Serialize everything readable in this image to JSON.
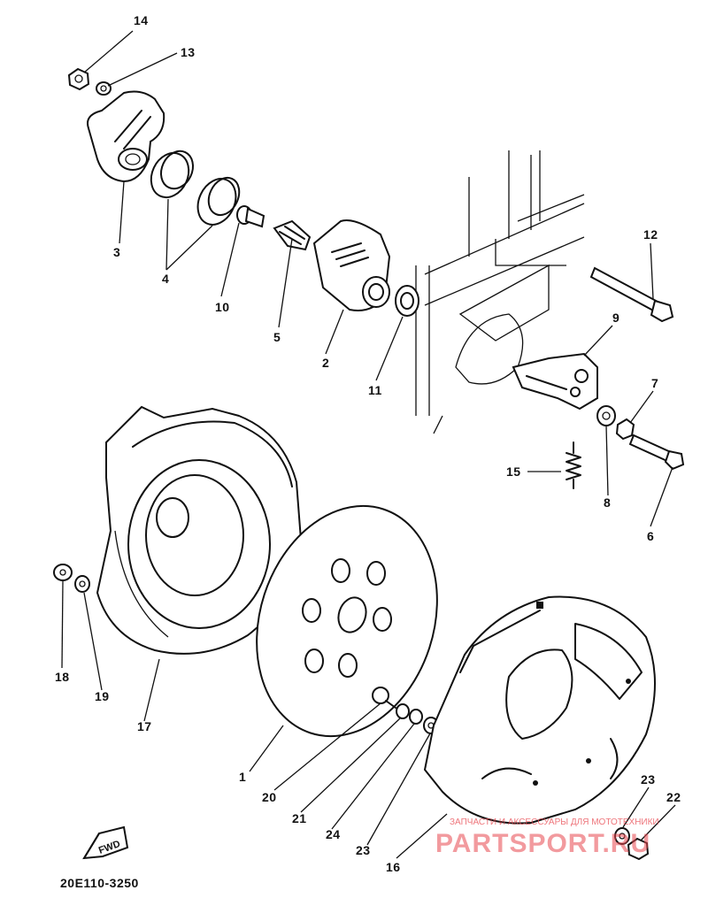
{
  "diagram": {
    "code": "20E110-3250",
    "fwd_label": "FWD",
    "callouts": [
      {
        "id": "14",
        "text": "14"
      },
      {
        "id": "13",
        "text": "13"
      },
      {
        "id": "3",
        "text": "3"
      },
      {
        "id": "4",
        "text": "4"
      },
      {
        "id": "10",
        "text": "10"
      },
      {
        "id": "5",
        "text": "5"
      },
      {
        "id": "2",
        "text": "2"
      },
      {
        "id": "11",
        "text": "11"
      },
      {
        "id": "12",
        "text": "12"
      },
      {
        "id": "9",
        "text": "9"
      },
      {
        "id": "7",
        "text": "7"
      },
      {
        "id": "15",
        "text": "15"
      },
      {
        "id": "8",
        "text": "8"
      },
      {
        "id": "6",
        "text": "6"
      },
      {
        "id": "18",
        "text": "18"
      },
      {
        "id": "19",
        "text": "19"
      },
      {
        "id": "17",
        "text": "17"
      },
      {
        "id": "1",
        "text": "1"
      },
      {
        "id": "20",
        "text": "20"
      },
      {
        "id": "21",
        "text": "21"
      },
      {
        "id": "24",
        "text": "24"
      },
      {
        "id": "23a",
        "text": "23"
      },
      {
        "id": "16",
        "text": "16"
      },
      {
        "id": "23b",
        "text": "23"
      },
      {
        "id": "22",
        "text": "22"
      }
    ]
  },
  "watermark": {
    "top_line": "ЗАПЧАСТИ И АКСЕССУАРЫ ДЛЯ МОТОТЕХНИКИ",
    "brand": "PARTSPORT.RU",
    "color": "#e8474f"
  }
}
